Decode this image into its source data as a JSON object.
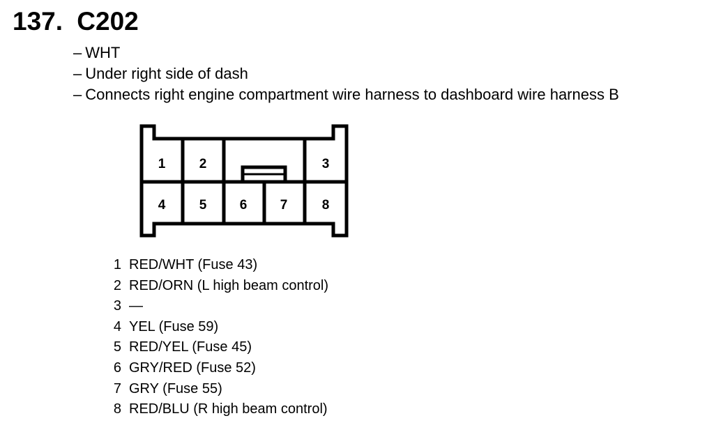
{
  "header": {
    "number": "137.",
    "connector": "C202"
  },
  "description": [
    {
      "dash": "–",
      "text": "WHT"
    },
    {
      "dash": "–",
      "text": "Under right side of dash"
    },
    {
      "dash": "–",
      "text": "Connects right engine compartment wire harness to dashboard wire harness B"
    }
  ],
  "connector_pins": {
    "p1": "1",
    "p2": "2",
    "p3": "3",
    "p4": "4",
    "p5": "5",
    "p6": "6",
    "p7": "7",
    "p8": "8"
  },
  "pins": [
    {
      "num": "1",
      "desc": "RED/WHT (Fuse 43)"
    },
    {
      "num": "2",
      "desc": "RED/ORN (L high beam control)"
    },
    {
      "num": "3",
      "desc": "—"
    },
    {
      "num": "4",
      "desc": "YEL (Fuse 59)"
    },
    {
      "num": "5",
      "desc": "RED/YEL (Fuse 45)"
    },
    {
      "num": "6",
      "desc": "GRY/RED (Fuse 52)"
    },
    {
      "num": "7",
      "desc": "GRY (Fuse 55)"
    },
    {
      "num": "8",
      "desc": "RED/BLU (R high beam control)"
    }
  ]
}
